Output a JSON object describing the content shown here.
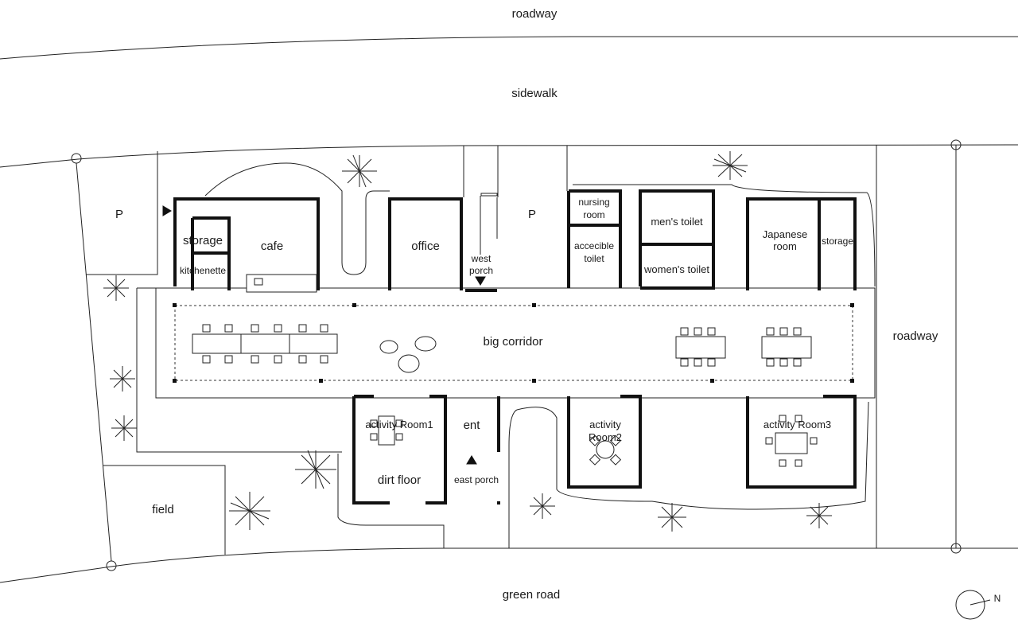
{
  "labels": {
    "roadway_top": "roadway",
    "sidewalk": "sidewalk",
    "roadway_right": "roadway",
    "green_road": "green road",
    "parking_west": "P",
    "parking_center": "P",
    "field": "field",
    "storage_cafe": "storage",
    "cafe": "cafe",
    "kitchenette": "kitchenette",
    "office": "office",
    "west_porch_line1": "west",
    "west_porch_line2": "porch",
    "nursing_line1": "nursing",
    "nursing_line2": "room",
    "accessible_line1": "accecible",
    "accessible_line2": "toilet",
    "mens_toilet": "men's toilet",
    "womens_toilet": "women's toilet",
    "japanese_line1": "Japanese",
    "japanese_line2": "room",
    "storage_east": "storage",
    "big_corridor": "big corridor",
    "activity_room1": "activity Room1",
    "entrance": "ent",
    "activity_room2_line1": "activity",
    "activity_room2_line2": "Room2",
    "activity_room3": "activity Room3",
    "dirt_floor": "dirt floor",
    "east_porch": "east porch",
    "north_arrow": "N"
  }
}
